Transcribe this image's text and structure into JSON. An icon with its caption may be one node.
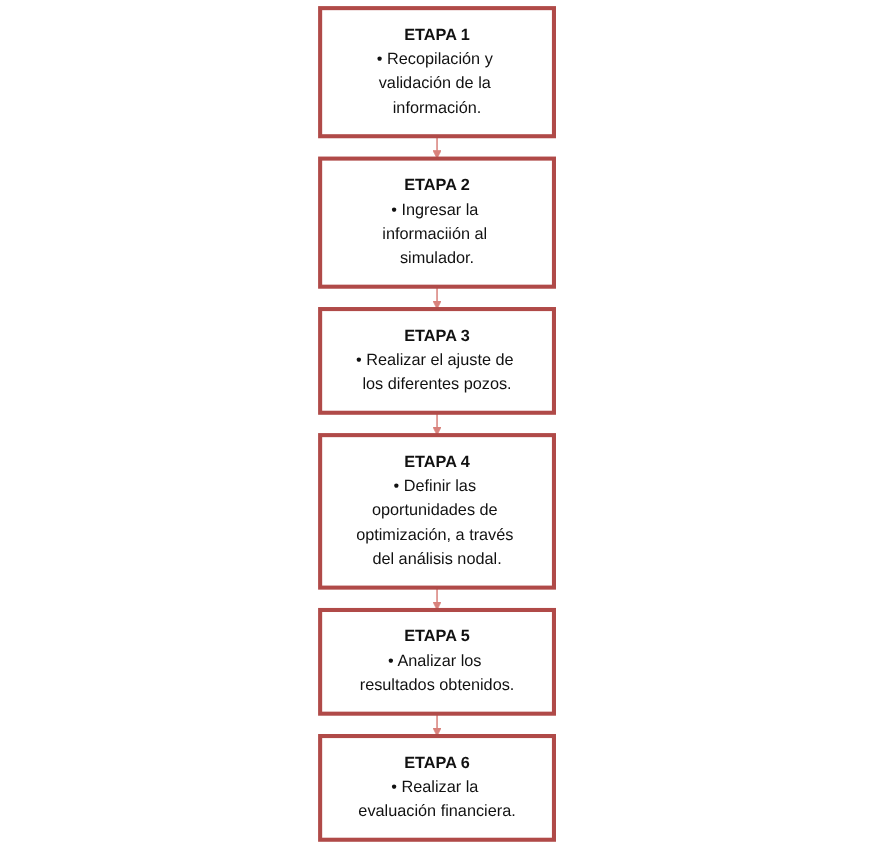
{
  "diagram": {
    "nodes": [
      {
        "text": [
          "ETAPA 1",
          "• Recopilación y validación de la información."
        ]
      },
      {
        "text": [
          "ETAPA 2",
          "• Ingresar la informaciión al simulador."
        ]
      },
      {
        "text": [
          "ETAPA 3",
          "• Realizar el ajuste de los diferentes pozos."
        ]
      },
      {
        "text": [
          "ETAPA 4",
          "• Definir las oportunidades de optimización, a través del análisis nodal."
        ]
      },
      {
        "text": [
          "ETAPA 5",
          "• Analizar los resultados obtenidos."
        ]
      },
      {
        "text": [
          "ETAPA 6",
          "• Realizar la evaluación financiera."
        ]
      }
    ],
    "edges": [
      {
        "from": 0,
        "to": 1,
        "arrow": "to",
        "color": "#d9827c"
      },
      {
        "from": 1,
        "to": 2,
        "arrow": "to",
        "color": "#d9827c"
      },
      {
        "from": 2,
        "to": 3,
        "arrow": "to",
        "color": "#d9827c"
      },
      {
        "from": 3,
        "to": 4,
        "arrow": "to",
        "color": "#d9827c"
      },
      {
        "from": 4,
        "to": 5,
        "arrow": "to",
        "color": "#d9827c"
      }
    ]
  }
}
